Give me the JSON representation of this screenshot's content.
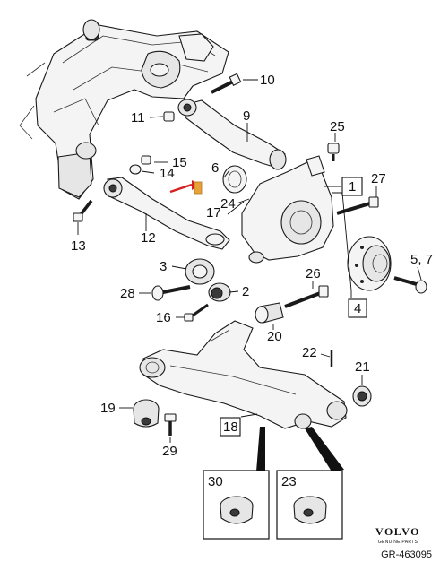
{
  "callouts": {
    "c1": "1",
    "c2": "2",
    "c3": "3",
    "c4": "4",
    "c57": "5, 7",
    "c6": "6",
    "c9": "9",
    "c10": "10",
    "c11": "11",
    "c12": "12",
    "c13": "13",
    "c14": "14",
    "c15": "15",
    "c16": "16",
    "c17": "17",
    "c18": "18",
    "c19": "19",
    "c20": "20",
    "c21": "21",
    "c22": "22",
    "c23": "23",
    "c24": "24",
    "c25": "25",
    "c26": "26",
    "c27": "27",
    "c28": "28",
    "c29": "29",
    "c30": "30"
  },
  "brand": {
    "logo": "VOLVO",
    "sub": "GENUINE PARTS"
  },
  "reference_code": "GR-463095",
  "colors": {
    "highlight": "#e8a23a",
    "arrow": "#d62020",
    "line": "#1a1a1a"
  }
}
